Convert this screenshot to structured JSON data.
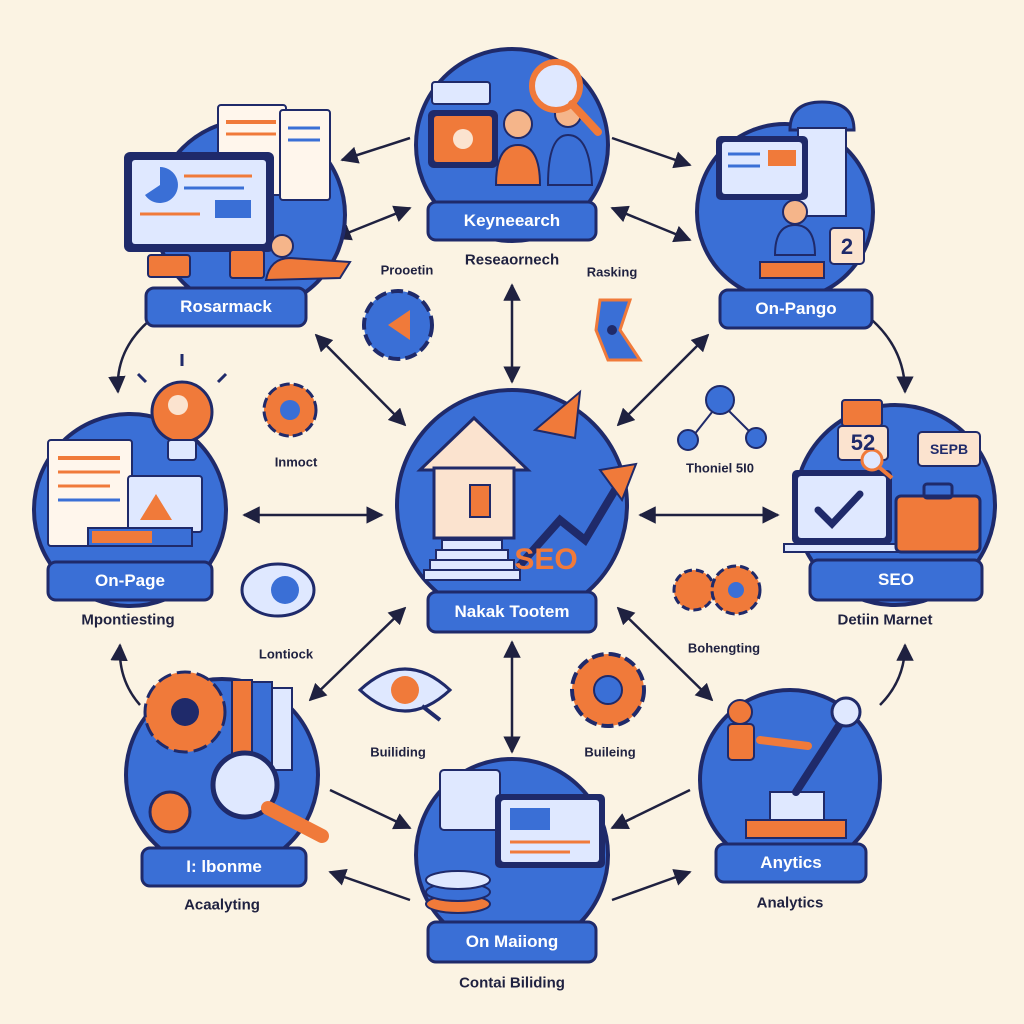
{
  "colors": {
    "background": "#fbf3e3",
    "node_blue": "#3a6fd6",
    "node_dark": "#1f2a6a",
    "accent_orange": "#f07a3a",
    "screen_light": "#dfe8ff"
  },
  "center": {
    "badge": "SEO",
    "plate": "Nakak Tootem"
  },
  "nodes": {
    "top": {
      "plate": "Keyneearch",
      "caption": "Reseaornech"
    },
    "top_left": {
      "plate": "Rosarmack"
    },
    "top_right": {
      "plate": "On-Pango"
    },
    "left": {
      "plate": "On-Page",
      "caption": "Mpontiesting"
    },
    "right": {
      "plate": "SEO",
      "caption": "Detiin Marnet",
      "tags": [
        "52",
        "SEPB"
      ]
    },
    "bottom_left": {
      "plate": "I: lbonme",
      "caption": "Acaalyting"
    },
    "bottom": {
      "plate": "On Maiiong",
      "caption": "Contai Biliding"
    },
    "bottom_right": {
      "plate": "Anytics",
      "caption": "Analytics"
    }
  },
  "floating_labels": {
    "provection": "Prooetin",
    "ranking": "Rasking",
    "impact": "Inmoct",
    "themed": "Thoniel 5I0",
    "lookup": "Lontiock",
    "benchmarking": "Bohengting",
    "building_left": "Builiding",
    "building_right": "Buileing"
  },
  "icons": [
    "monitor-icon",
    "document-icon",
    "magnifier-icon",
    "person-icon",
    "lightbulb-icon",
    "gear-icon",
    "house-icon",
    "stairs-icon",
    "arrow-up-icon",
    "check-icon",
    "briefcase-icon",
    "database-icon",
    "cloud-icon",
    "eye-icon",
    "robot-arm-icon",
    "network-icon",
    "pie-chart-icon"
  ]
}
